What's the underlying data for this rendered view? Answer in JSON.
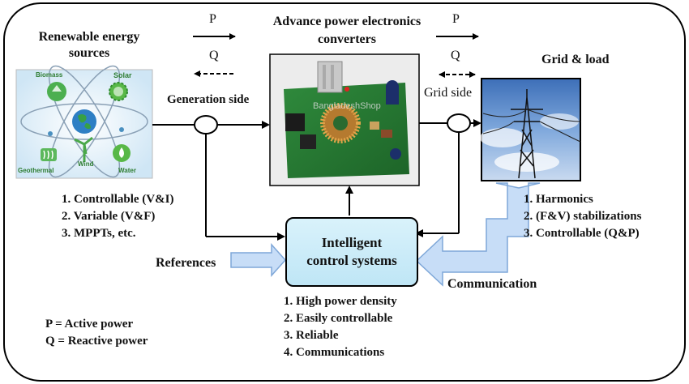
{
  "diagram": {
    "labels": {
      "renewable_title_1": "Renewable energy",
      "renewable_title_2": "sources",
      "converters_title_1": "Advance power electronics",
      "converters_title_2": "converters",
      "grid_load": "Grid & load",
      "generation_side": "Generation side",
      "grid_side": "Grid side",
      "p_left": "P",
      "q_left": "Q",
      "p_right": "P",
      "q_right": "Q",
      "references": "References",
      "communication": "Communication",
      "control_1": "Intelligent",
      "control_2": "control systems",
      "legend_p": "P = Active power",
      "legend_q": "Q = Reactive power",
      "converter_board_text": "BangladeshShop"
    },
    "source_icons": {
      "biomass": "Biomass",
      "solar": "Solar",
      "geothermal": "Geothermal",
      "wind": "Wind",
      "water": "Water"
    },
    "generation_list": [
      "1. Controllable (V&I)",
      "2. Variable (V&F)",
      "3. MPPTs, etc."
    ],
    "grid_list": [
      "1. Harmonics",
      "2. (F&V) stabilizations",
      "3. Controllable (Q&P)"
    ],
    "converter_list": [
      "1. High power density",
      "2. Easily controllable",
      "3. Reliable",
      "4. Communications"
    ],
    "colors": {
      "arrow_fill": "#c7ddf7",
      "arrow_stroke": "#7ea7d8",
      "control_box": "#cdeefa",
      "sky": "#5d8fd0"
    }
  }
}
